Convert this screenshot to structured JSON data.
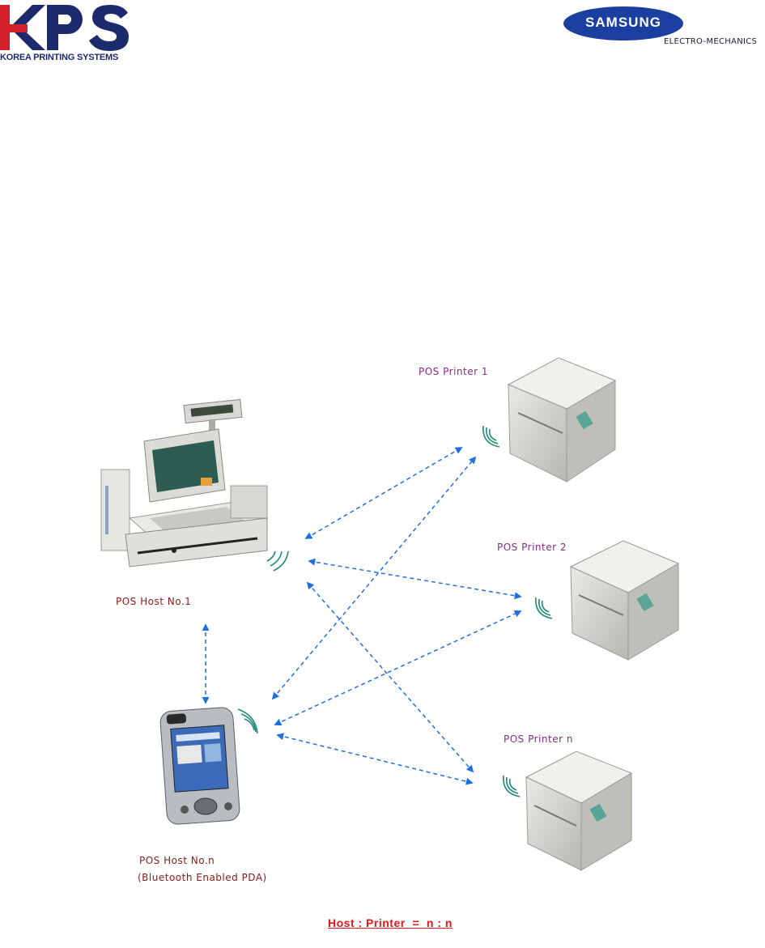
{
  "header": {
    "kps_logo_text": "KPS",
    "kps_subtitle": "KOREA PRINTING SYSTEMS",
    "samsung_logo_text": "SAMSUNG",
    "samsung_subtitle": "ELECTRO-MECHANICS"
  },
  "nodes": {
    "printer_1": "POS Printer 1",
    "printer_2": "POS Printer 2",
    "printer_n": "POS Printer n",
    "host_1": "POS Host No.1",
    "host_n": "POS Host No.n",
    "host_n_note": "(Bluetooth Enabled PDA)"
  },
  "footer": {
    "ratio": "Host : Printer  =  n : n"
  },
  "colors": {
    "kps_navy": "#1c2a6e",
    "kps_red": "#d4202a",
    "samsung_blue": "#1a3fa0",
    "link_blue": "#1f6fe0",
    "signal_teal": "#1f8a78",
    "printer_label": "#8b2a8b",
    "host_label": "#8b1a1a",
    "ratio_red": "#e8141b"
  },
  "icons": [
    "kps-logo",
    "samsung-logo",
    "pos-terminal-icon",
    "pda-icon",
    "receipt-printer-icon",
    "bluetooth-signal-icon"
  ]
}
